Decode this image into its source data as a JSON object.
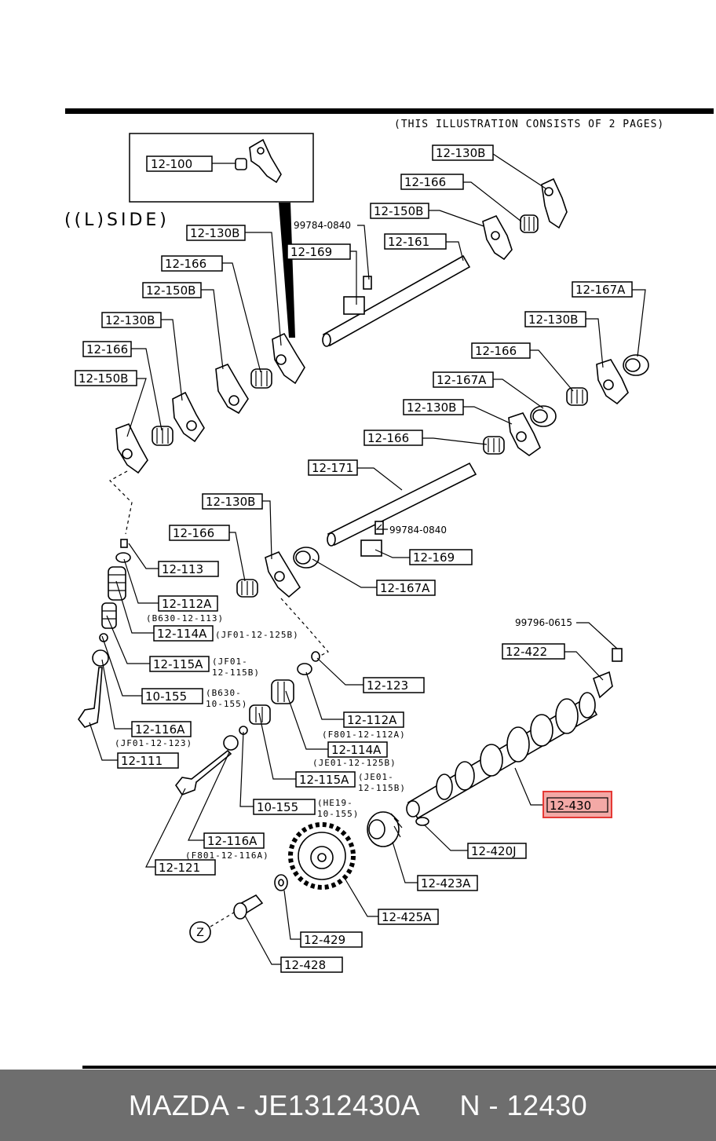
{
  "header": {
    "note": "(THIS ILLUSTRATION CONSISTS OF  2 PAGES)"
  },
  "side_label": "((L)SIDE)",
  "inset": {
    "label": "12-100"
  },
  "labels": {
    "l_130b_top": "12-130B",
    "l_166_top": "12-166",
    "l_150b_top": "12-150B",
    "l_161": "12-161",
    "l_169_a": "12-169",
    "l_bolt_a": "99784-0840",
    "l_130b_l1": "12-130B",
    "l_166_l1": "12-166",
    "l_150b_l1": "12-150B",
    "l_130b_l2": "12-130B",
    "l_166_l2": "12-166",
    "l_150b_l2": "12-150B",
    "l_167a_r1": "12-167A",
    "l_130b_r1": "12-130B",
    "l_166_r1": "12-166",
    "l_167a_r2": "12-167A",
    "l_130b_r2": "12-130B",
    "l_166_r2": "12-166",
    "l_171": "12-171",
    "l_130b_m": "12-130B",
    "l_166_m": "12-166",
    "l_bolt_b": "99784-0840",
    "l_169_b": "12-169",
    "l_167a_m": "12-167A",
    "l_113": "12-113",
    "l_112a_a": "12-112A",
    "l_114a_a": "12-114A",
    "l_115a_a": "12-115A",
    "l_10155_a": "10-155",
    "l_116a_a": "12-116A",
    "l_111": "12-111",
    "l_123": "12-123",
    "l_112a_b": "12-112A",
    "l_114a_b": "12-114A",
    "l_115a_b": "12-115A",
    "l_10155_b": "10-155",
    "l_116a_b": "12-116A",
    "l_121": "12-121",
    "l_bolt_c": "99796-0615",
    "l_422": "12-422",
    "l_430": "12-430",
    "l_420j": "12-420J",
    "l_423a": "12-423A",
    "l_425a": "12-425A",
    "l_429": "12-429",
    "l_428": "12-428"
  },
  "notes": {
    "n_112a_a": "(B630-12-113)",
    "n_114a_a": "(JF01-12-125B)",
    "n_115a_a_1": "(JF01-",
    "n_115a_a_2": "12-115B)",
    "n_10155_a_1": "(B630-",
    "n_10155_a_2": "10-155)",
    "n_116a_a": "(JF01-12-123)",
    "n_112a_b": "(F801-12-112A)",
    "n_114a_b": "(JE01-12-125B)",
    "n_115a_b_1": "(JE01-",
    "n_115a_b_2": "12-115B)",
    "n_10155_b_1": "(HE19-",
    "n_10155_b_2": "10-155)",
    "n_116a_b": "(F801-12-116A)"
  },
  "ref_mark": "Z",
  "highlight": {
    "part": "12-430",
    "color": "#e53935"
  },
  "footer": {
    "text": "MAZDA - JE1312430A     N - 12430"
  }
}
